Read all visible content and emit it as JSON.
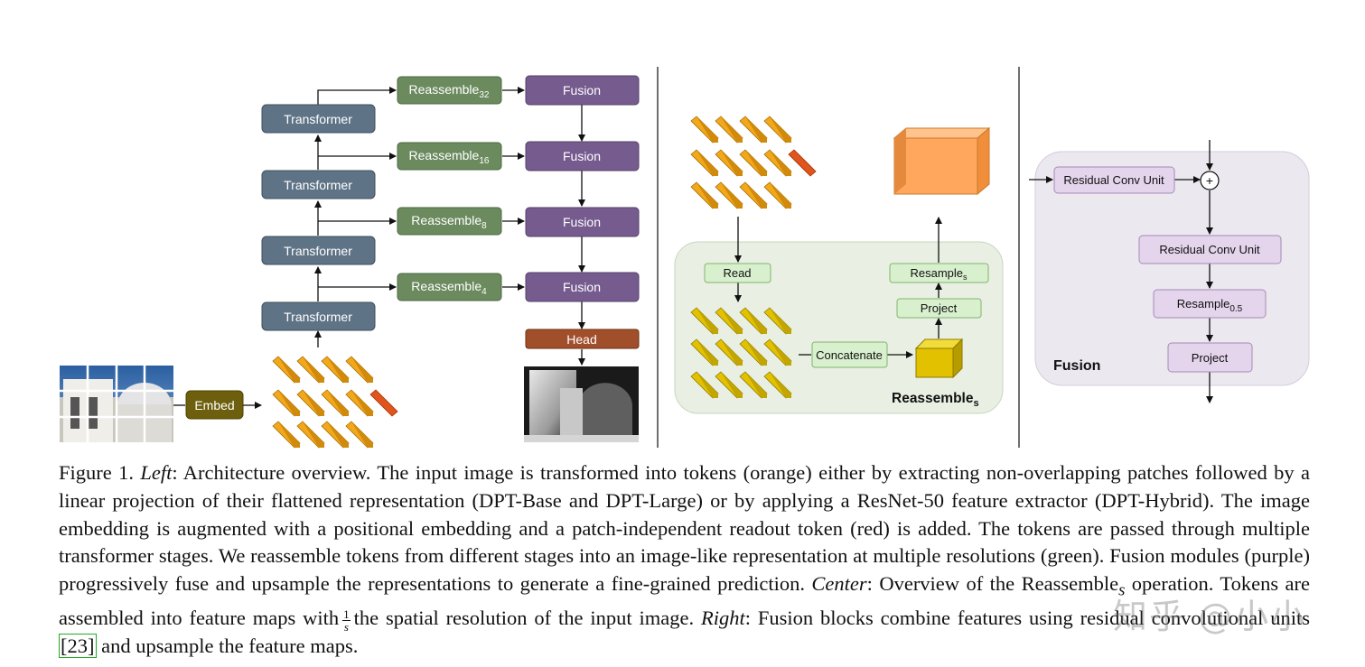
{
  "left": {
    "transformers": [
      "Transformer",
      "Transformer",
      "Transformer",
      "Transformer"
    ],
    "reassemble": [
      {
        "base": "Reassemble",
        "sub": "32"
      },
      {
        "base": "Reassemble",
        "sub": "16"
      },
      {
        "base": "Reassemble",
        "sub": "8"
      },
      {
        "base": "Reassemble",
        "sub": "4"
      }
    ],
    "fusion": [
      "Fusion",
      "Fusion",
      "Fusion",
      "Fusion"
    ],
    "head": "Head",
    "embed": "Embed"
  },
  "center": {
    "read": "Read",
    "concatenate": "Concatenate",
    "project": "Project",
    "resample": {
      "base": "Resample",
      "sub": "s"
    },
    "title": {
      "base": "Reassemble",
      "sub": "s"
    }
  },
  "right": {
    "rcu1": "Residual Conv Unit",
    "rcu2": "Residual Conv Unit",
    "resample": {
      "base": "Resample",
      "sub": "0.5"
    },
    "project": "Project",
    "title": "Fusion",
    "plus": "+"
  },
  "colors": {
    "transformer": "#5f7386",
    "reassemble": "#6b8a5e",
    "fusion": "#765b8f",
    "head": "#a14f2b",
    "embed": "#6d5f0d",
    "token": "#f2a81b",
    "readout_token": "#e1551d",
    "green_panel": "#e9f0e3",
    "light_green_box": "#d9f0cf",
    "purple_panel": "#ece8f0",
    "light_purple_box": "#e4d4ec",
    "feature_map": "#ffa75c",
    "cube": "#e2c200"
  },
  "caption": {
    "figure_label": "Figure 1.",
    "left_label": "Left",
    "part1": ": Architecture overview. The input image is transformed into tokens (orange) either by extracting non-overlapping patches followed by a linear projection of their flattened representation (DPT-Base and DPT-Large) or by applying a ResNet-50 feature extractor (DPT-Hybrid). The image embedding is augmented with a positional embedding and a patch-independent readout token (red) is added. The tokens are passed through multiple transformer stages. We reassemble tokens from different stages into an image-like representation at multiple resolutions (green). Fusion modules (purple) progressively fuse and upsample the representations to generate a fine-grained prediction.",
    "center_label": "Center",
    "part2a": ": Overview of the Reassemble",
    "part2_sub": "s",
    "part2b": " operation. Tokens are assembled into feature maps with",
    "frac_num": "1",
    "frac_den": "s",
    "part3": "the spatial resolution of the input image.",
    "right_label": "Right",
    "part4": ": Fusion blocks combine features using residual convolutional units",
    "ref": "[23]",
    "part5": " and upsample the feature maps."
  },
  "watermark": "知乎 @小小"
}
